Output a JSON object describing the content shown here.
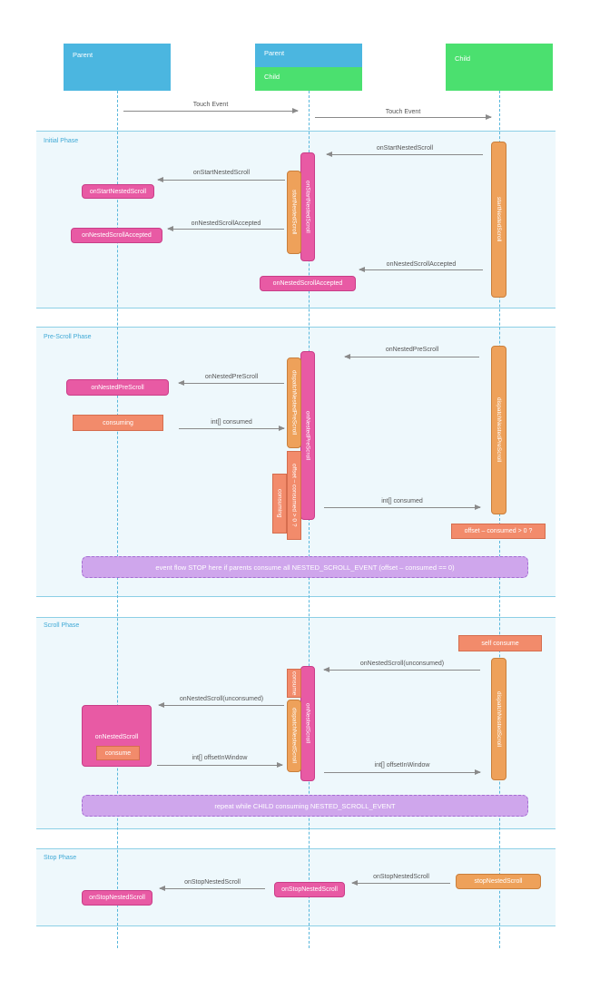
{
  "participants": {
    "parent": "Parent",
    "middle_parent": "Parent",
    "middle_child": "Child",
    "child": "Child"
  },
  "top_messages": {
    "touch1": "Touch Event",
    "touch2": "Touch Event"
  },
  "phases": {
    "initial": {
      "label": "Initial Phase",
      "msg_child_to_mid": "onStartNestedScroll",
      "msg_mid_to_parent": "onStartNestedScroll",
      "parent_box1": "onStartNestedScroll",
      "msg_accepted_to_parent": "onNestedScrollAccepted",
      "parent_box2": "onNestedScrollAccepted",
      "msg_accepted_child": "onNestedScrollAccepted",
      "mid_box": "onNestedScrollAccepted",
      "child_activation": "startNestedScroll",
      "mid_activation_outer": "onStartNestedScroll",
      "mid_activation_inner": "startNestedScroll"
    },
    "prescroll": {
      "label": "Pre-Scroll Phase",
      "msg_child_to_mid": "onNestedPreScroll",
      "msg_mid_to_parent": "onNestedPreScroll",
      "parent_box": "onNestedPreScroll",
      "consuming_box": "consuming",
      "msg_consumed_back": "int[] consumed",
      "msg_consumed_to_child": "int[] consumed",
      "child_activation": "dispatchNestedPreScroll",
      "mid_activation_outer": "onNestedPreScroll",
      "mid_activation_inner": "dispatchNestedPreScroll",
      "offset_vertical": "offset – consumed > 0 ?",
      "consuming_vertical": "consuming",
      "child_offset_box": "offset – consumed > 0 ?",
      "note": "event flow STOP here if parents consume all NESTED_SCROLL_EVENT (offset – consumed == 0)"
    },
    "scroll": {
      "label": "Scroll Phase",
      "self_consume": "self consume",
      "msg_child_to_mid": "onNestedScroll(unconsumed)",
      "msg_mid_to_parent": "onNestedScroll(unconsumed)",
      "parent_box": "onNestedScroll",
      "parent_consume": "consume",
      "msg_offset_back": "int[] offsetInWindow",
      "msg_offset_to_child": "int[] offsetInWindow",
      "child_activation": "dispatchNestedScroll",
      "mid_activation_outer": "onNestedScroll",
      "mid_activation_inner": "dispatchNestedScroll",
      "mid_consume": "consume",
      "note": "repeat while CHILD consuming NESTED_SCROLL_EVENT"
    },
    "stop": {
      "label": "Stop Phase",
      "child_box": "stopNestedScroll",
      "msg_child_to_mid": "onStopNestedScroll",
      "mid_box": "onStopNestedScroll",
      "msg_mid_to_parent": "onStopNestedScroll",
      "parent_box": "onStopNestedScroll"
    }
  },
  "colors": {
    "parent_header": "#4bb6e0",
    "child_header": "#4be06f",
    "pink": "#e85aa4",
    "orange": "#eea15a",
    "salmon": "#f28b6b",
    "purple": "#cfa6ec",
    "phase_bg": "#eef8fc"
  }
}
